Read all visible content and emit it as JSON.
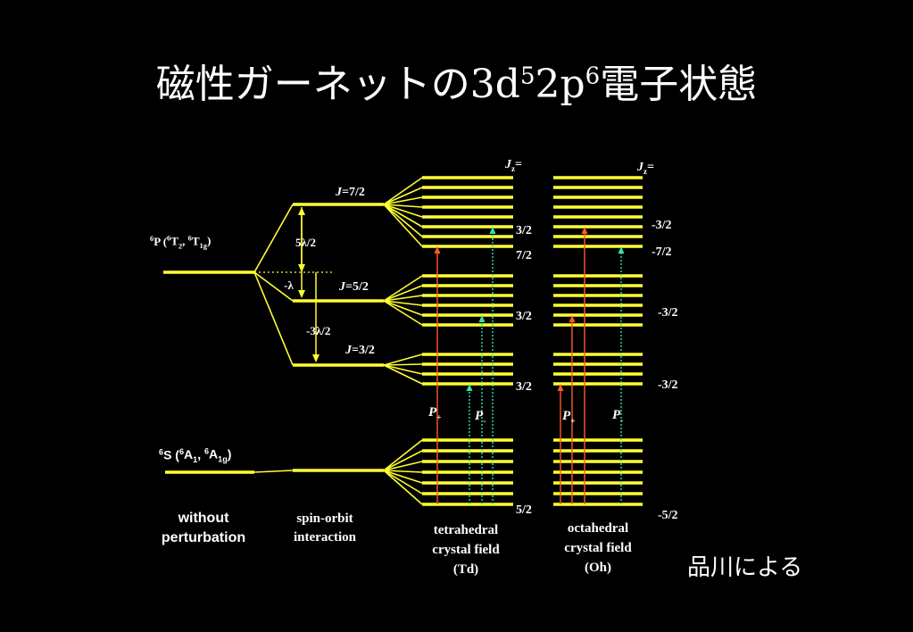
{
  "title": {
    "prefix": "磁性ガーネットの3d",
    "sup1": "5",
    "mid": "2p",
    "sup2": "6",
    "suffix": "電子状態"
  },
  "credit": "品川による",
  "labels": {
    "excited_state": "P (",
    "excited_state_parts": [
      "6",
      "P (",
      "6",
      "T",
      "2",
      ", ",
      "6",
      "T",
      "1g",
      ")"
    ],
    "ground_state_parts": [
      "6",
      "S (",
      "6",
      "A",
      "1",
      ", ",
      "6",
      "A",
      "1g",
      ")"
    ],
    "j72": "=7/2",
    "j52": "=5/2",
    "j32": "=3/2",
    "j_letter": "J",
    "split_5l2": "5λ/2",
    "split_l": "-λ",
    "split_3l2": "-3λ/2",
    "jz_letter": "J",
    "jz_sub": "z",
    "jz_eq": "=",
    "td_levels": [
      "3/2",
      "7/2",
      "3/2",
      "3/2",
      "5/2"
    ],
    "oh_levels": [
      "-3/2",
      "-7/2",
      "-3/2",
      "-3/2",
      "-5/2"
    ],
    "p_letter": "P",
    "p_plus": "+",
    "p_minus": "-",
    "col_without": [
      "without",
      "perturbation"
    ],
    "col_spin_orbit": [
      "spin-orbit",
      "interaction"
    ],
    "col_td": [
      "tetrahedral",
      "crystal field",
      "(Td)"
    ],
    "col_oh": [
      "octahedral",
      "crystal field",
      "(Oh)"
    ]
  },
  "colors": {
    "level": "#ffff33",
    "p_plus": "#ff5a1e",
    "p_minus": "#30e0b0",
    "background": "#000000",
    "text": "#ffffff"
  }
}
